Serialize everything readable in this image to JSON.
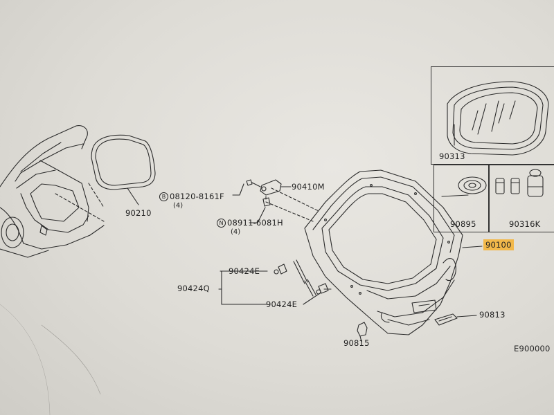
{
  "diagram": {
    "parts": {
      "p90210": "90210",
      "p90410m": "90410M",
      "p08120": "08120-8161F",
      "p08120_prefix": "B",
      "p08120_qty": "(4)",
      "p08911": "08911-6081H",
      "p08911_prefix": "N",
      "p08911_qty": "(4)",
      "p90424e_top": "90424E",
      "p90424q": "90424Q",
      "p90424e_bottom": "90424E",
      "p90815": "90815",
      "p90813": "90813",
      "p90100": "90100",
      "p90313": "90313",
      "p90895": "90895",
      "p90316k": "90316K"
    },
    "highlight_color": "#f2b84a",
    "code": "E900000"
  }
}
